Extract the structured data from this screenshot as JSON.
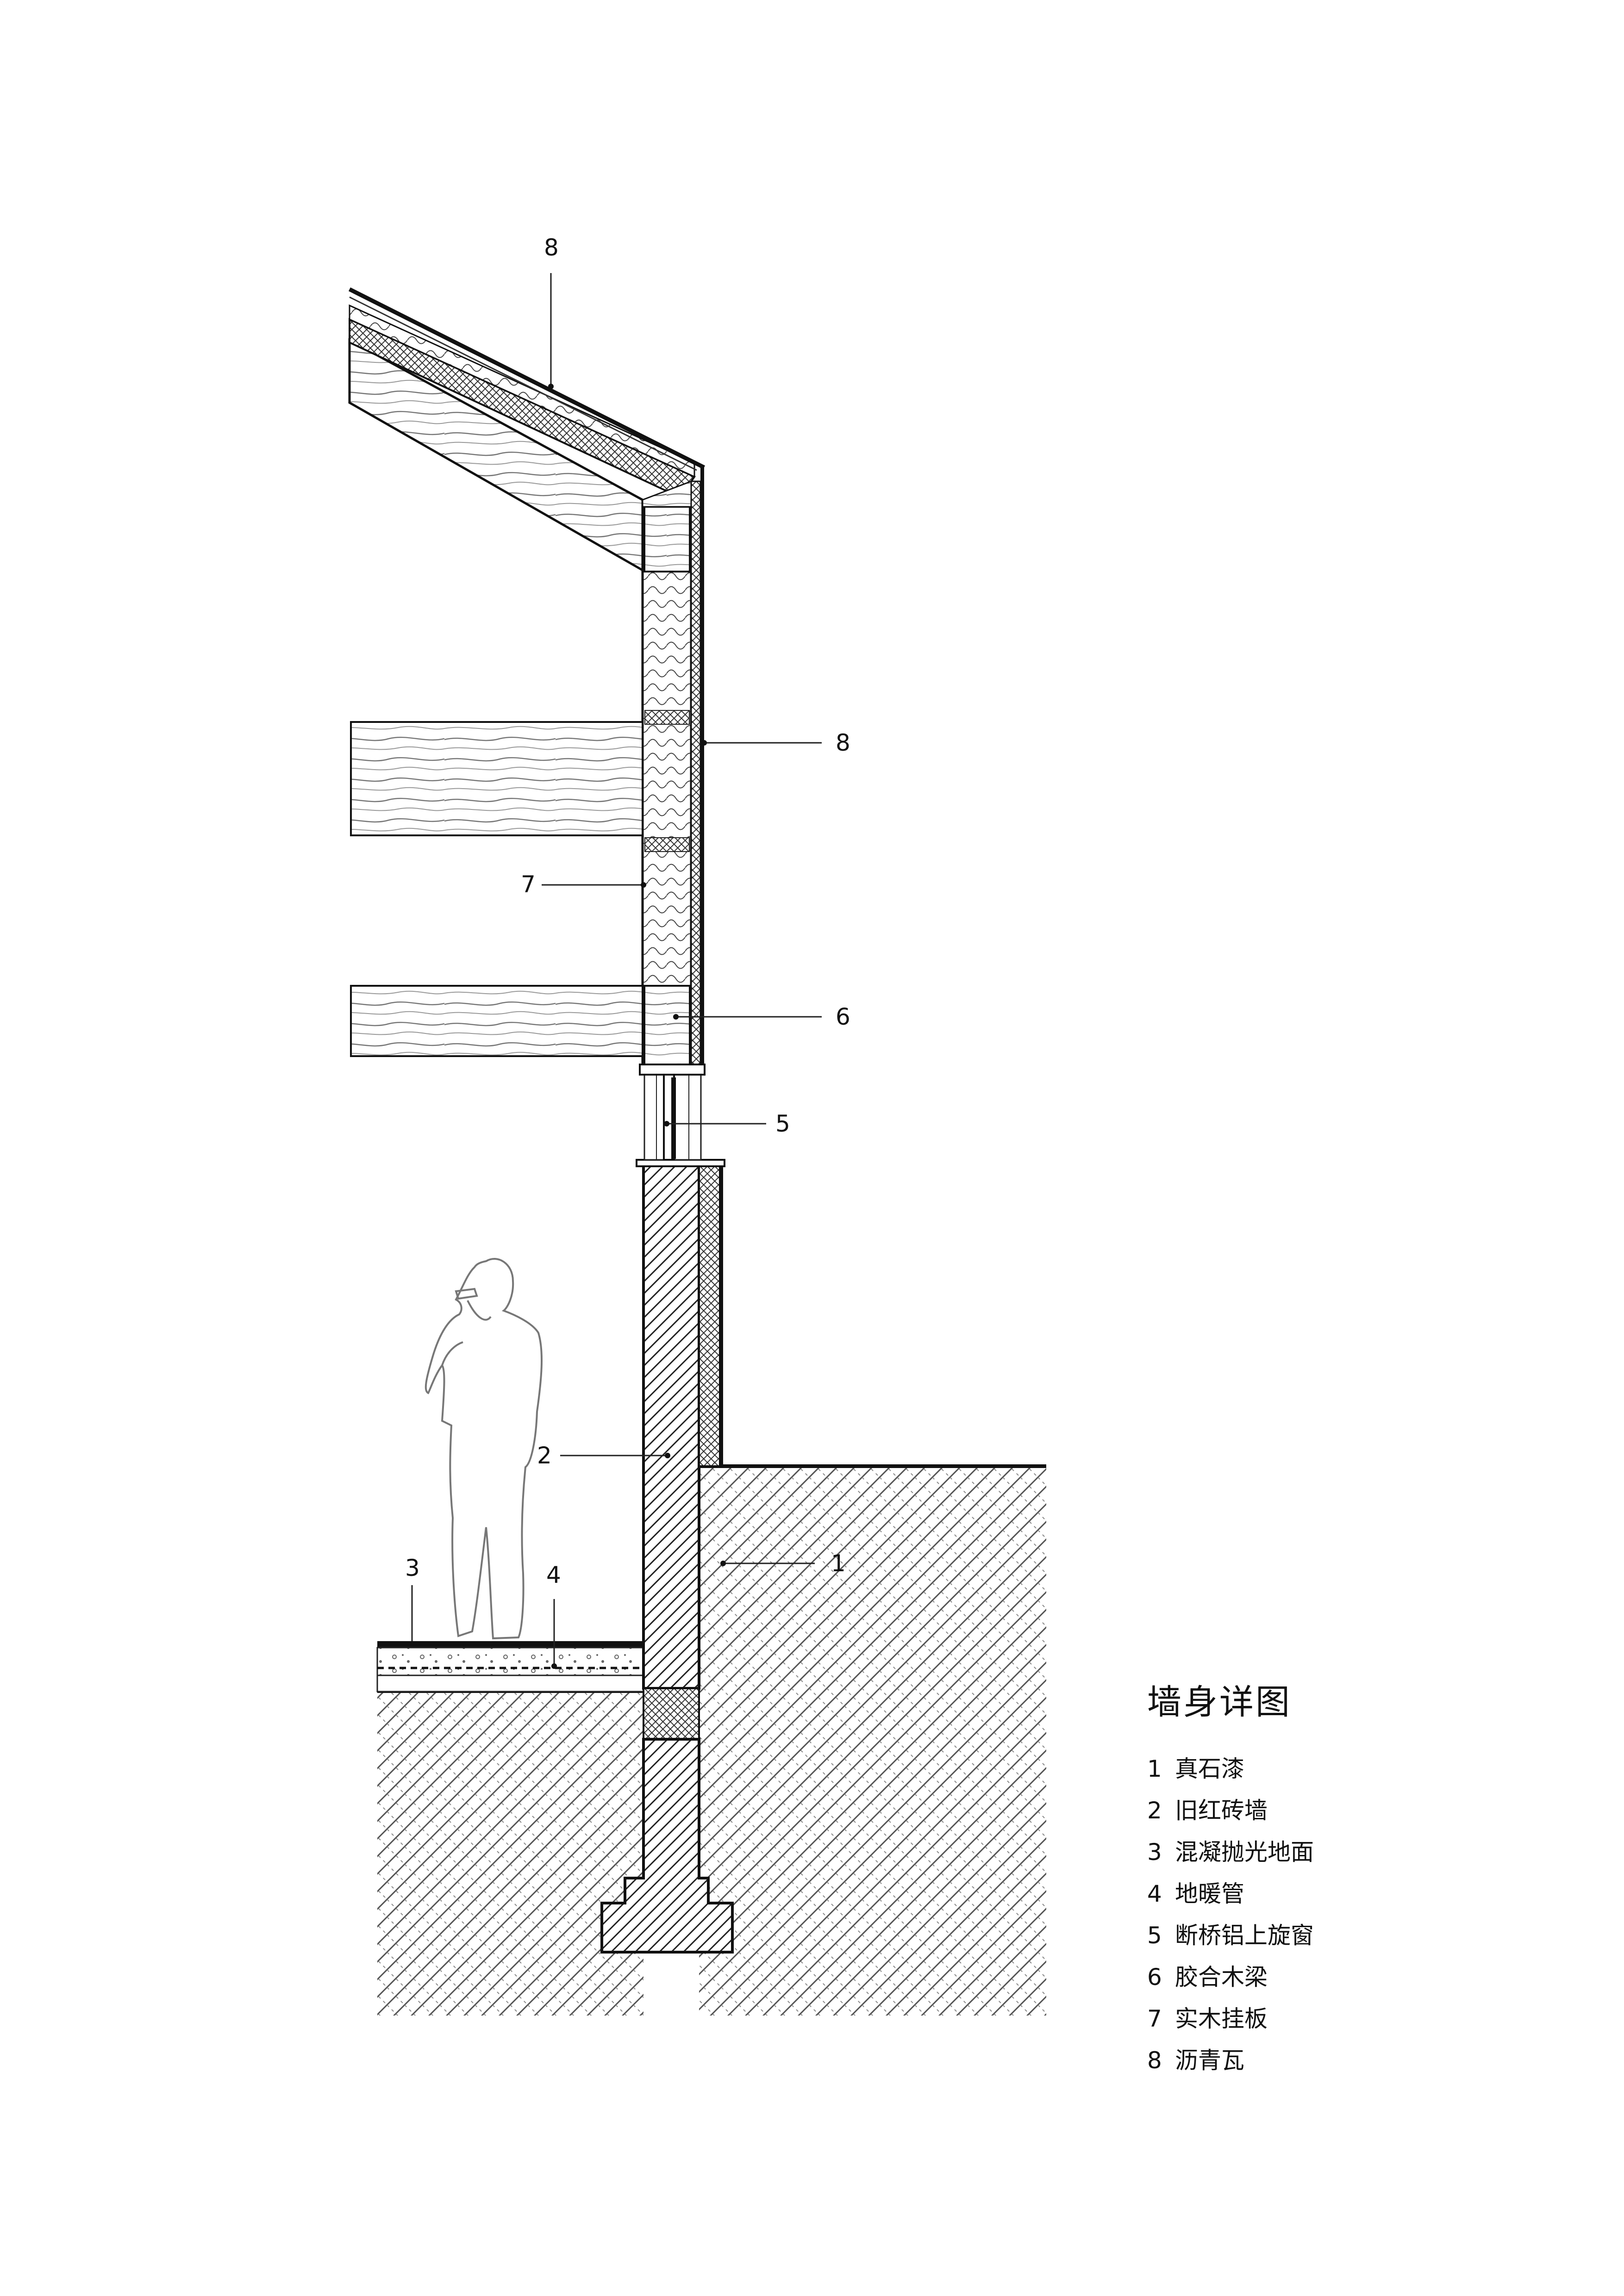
{
  "title": "墙身详图",
  "callouts": {
    "roof_tile": "8",
    "wall_tile": "8",
    "cladding": "7",
    "glulam_beam": "6",
    "window": "5",
    "brick_wall": "2",
    "floor": "3",
    "heating_pipe": "4",
    "stone_paint": "1"
  },
  "legend": [
    {
      "num": "1",
      "label": "真石漆"
    },
    {
      "num": "2",
      "label": "旧红砖墙"
    },
    {
      "num": "3",
      "label": "混凝抛光地面"
    },
    {
      "num": "4",
      "label": "地暖管"
    },
    {
      "num": "5",
      "label": "断桥铝上旋窗"
    },
    {
      "num": "6",
      "label": "胶合木梁"
    },
    {
      "num": "7",
      "label": "实木挂板"
    },
    {
      "num": "8",
      "label": "沥青瓦"
    }
  ]
}
